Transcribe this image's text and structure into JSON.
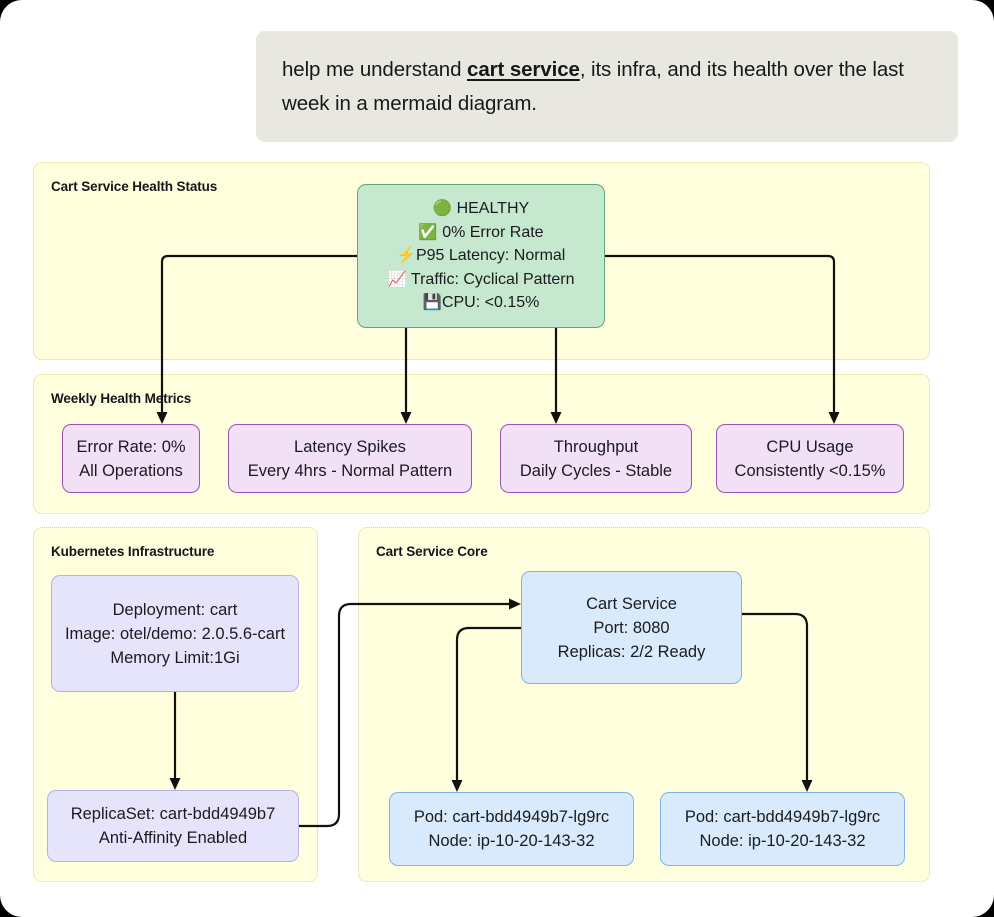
{
  "prompt": {
    "before": "help me understand ",
    "emphasis": "cart service",
    "after": ", its infra, and its health over the last week in a mermaid diagram."
  },
  "subgraphs": {
    "health": {
      "title": "Cart Service Health Status"
    },
    "metrics": {
      "title": "Weekly Health Metrics"
    },
    "k8s": {
      "title": "Kubernetes Infrastructure"
    },
    "core": {
      "title": "Cart Service Core"
    }
  },
  "nodes": {
    "health": {
      "line1_icon": "green-circle-emoji",
      "line1_emoji": "🟢",
      "line1": "HEALTHY",
      "line2_icon": "check-mark-emoji",
      "line2_emoji": "✅",
      "line2": "0% Error Rate",
      "line3_icon": "lightning-bolt-emoji",
      "line3_emoji": "⚡",
      "line3": "P95 Latency: Normal",
      "line4_icon": "chart-increasing-emoji",
      "line4_emoji": "📈",
      "line4": "Traffic: Cyclical Pattern",
      "line5_icon": "floppy-disk-emoji",
      "line5_emoji": "💾",
      "line5": "CPU: <0.15%"
    },
    "error_rate": {
      "line1": "Error Rate: 0%",
      "line2": "All Operations"
    },
    "latency": {
      "line1": "Latency Spikes",
      "line2": "Every 4hrs - Normal Pattern"
    },
    "throughput": {
      "line1": "Throughput",
      "line2": "Daily Cycles - Stable"
    },
    "cpu_usage": {
      "line1": "CPU Usage",
      "line2": "Consistently <0.15%"
    },
    "deployment": {
      "line1": "Deployment: cart",
      "line2": "Image: otel/demo: 2.0.5.6-cart",
      "line3": "Memory Limit:1Gi"
    },
    "replicaset": {
      "line1": "ReplicaSet: cart-bdd4949b7",
      "line2": "Anti-Affinity Enabled"
    },
    "cart_service": {
      "line1": "Cart Service",
      "line2": "Port: 8080",
      "line3": "Replicas: 2/2 Ready"
    },
    "pod1": {
      "line1": "Pod: cart-bdd4949b7-lg9rc",
      "line2": "Node: ip-10-20-143-32"
    },
    "pod2": {
      "line1": "Pod: cart-bdd4949b7-lg9rc",
      "line2": "Node: ip-10-20-143-32"
    }
  },
  "colors": {
    "bubble_bg": "#e8e8e0",
    "subgraph_bg": "#ffffde",
    "healthy_green": "#c5e8ce",
    "metric_purple": "#f2e0f7",
    "service_blue": "#d8eafc",
    "k8s_lavender": "#e6e4fb",
    "edge": "#11110f"
  }
}
